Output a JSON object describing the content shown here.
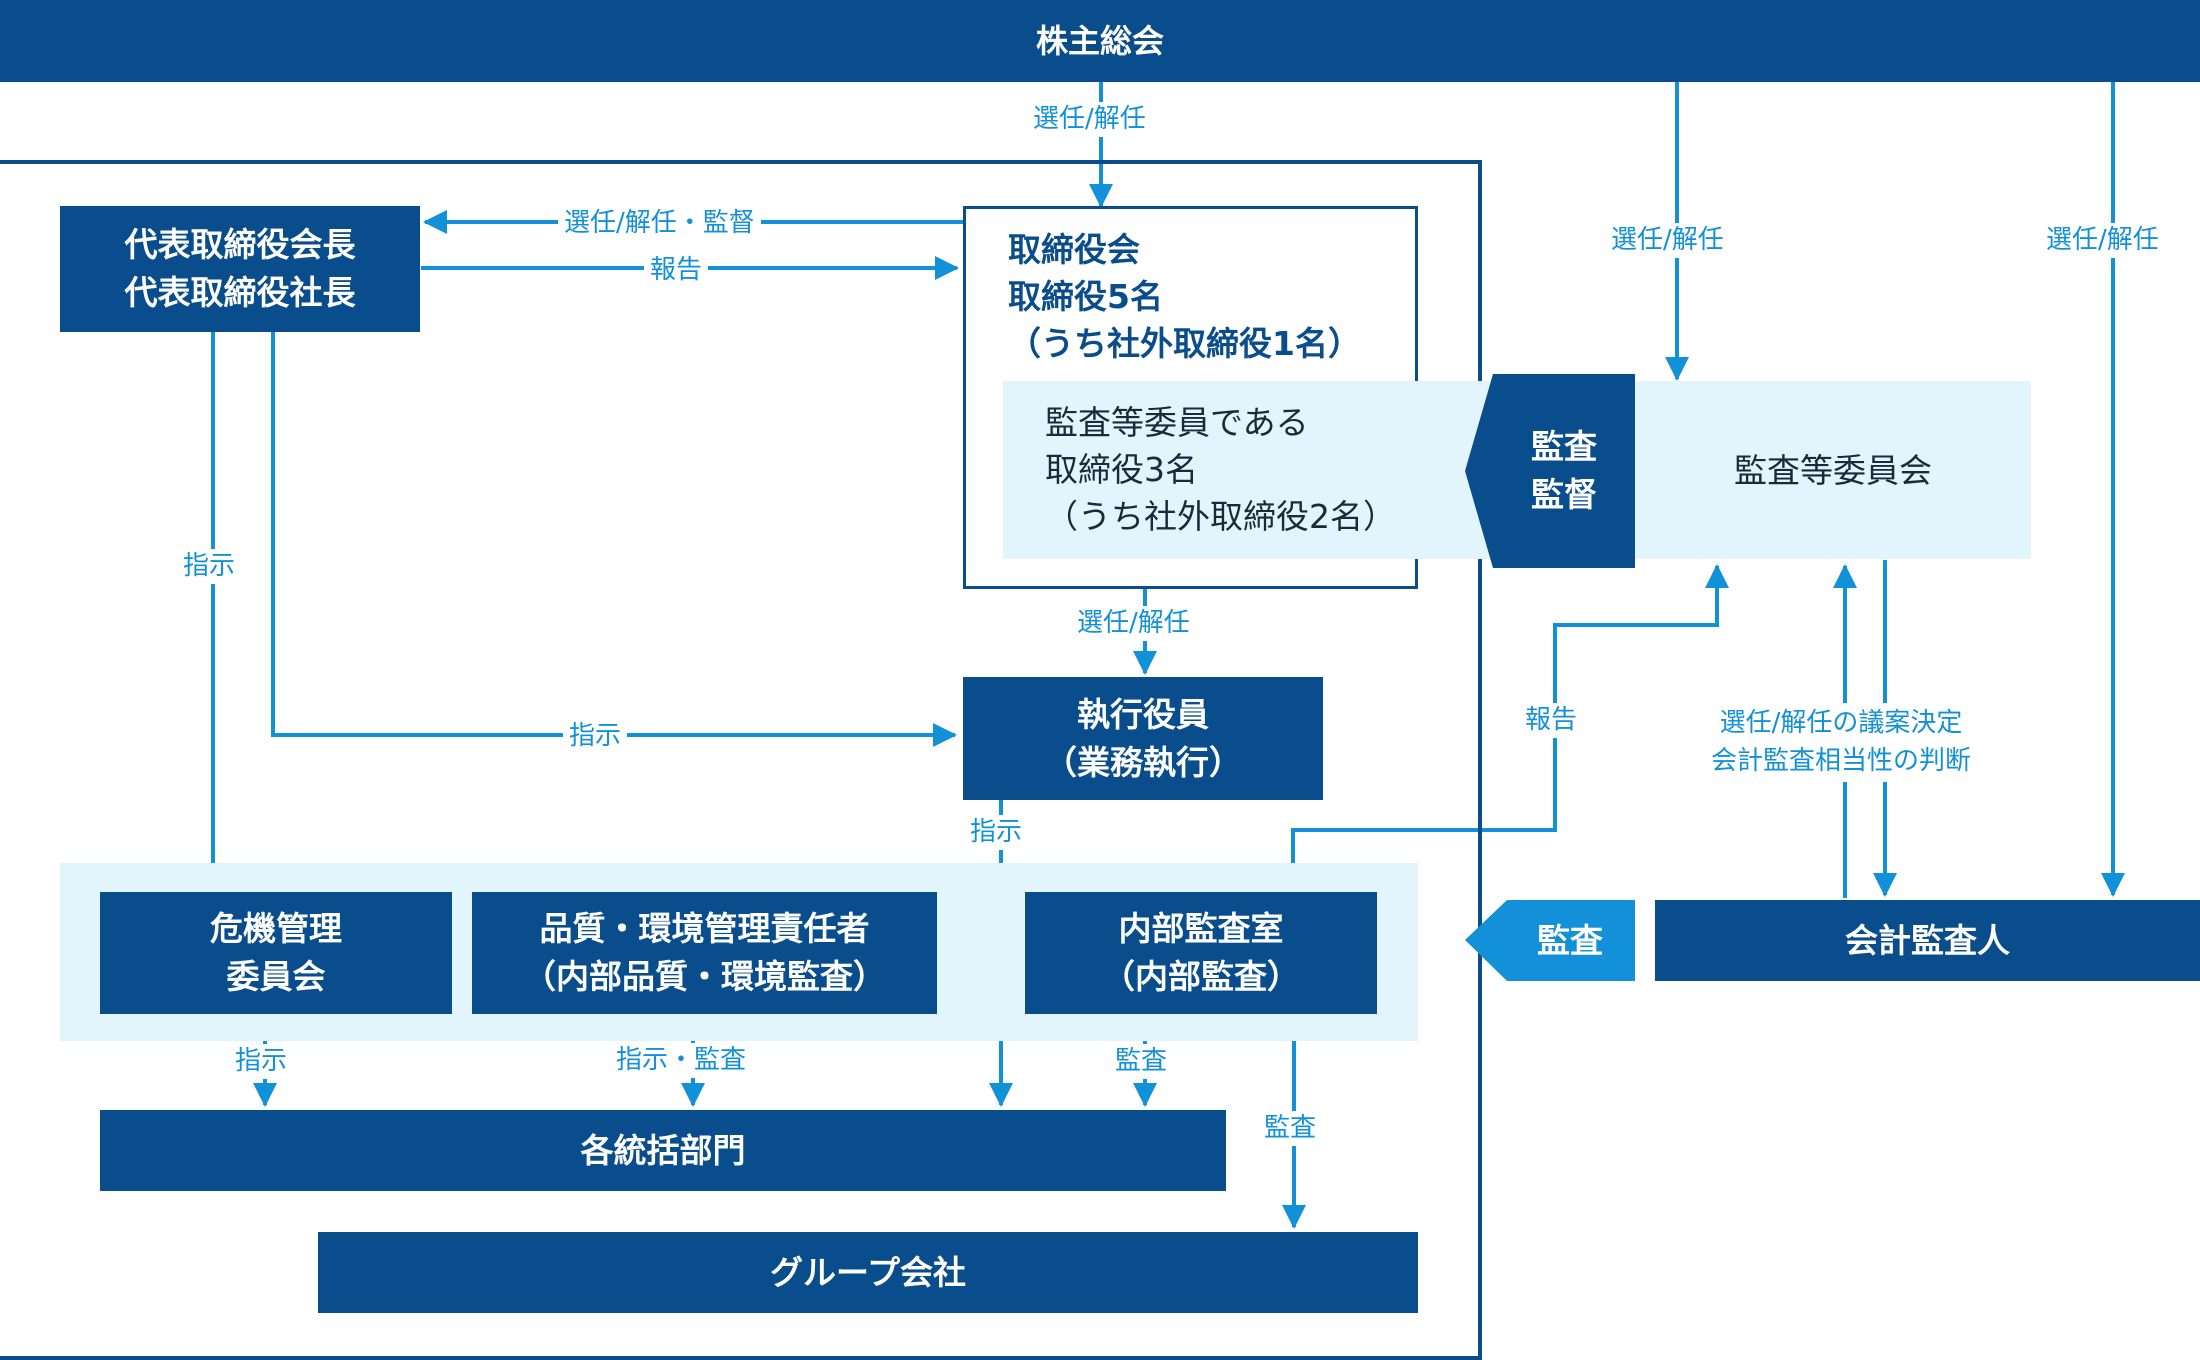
{
  "nodes": {
    "shareholders": "株主総会",
    "ceo": "代表取締役会長\n代表取締役社長",
    "board": "取締役会\n取締役5名\n（うち社外取締役1名）",
    "audit_members": "監査等委員である\n取締役3名\n（うち社外取締役2名）",
    "audit_committee": "監査等委員会",
    "audit_supervise": "監査\n監督",
    "exec_officers": "執行役員\n（業務執行）",
    "risk_committee": "危機管理\n委員会",
    "quality_env": "品質・環境管理責任者\n（内部品質・環境監査）",
    "internal_audit": "内部監査室\n（内部監査）",
    "divisions": "各統括部門",
    "group_companies": "グループ会社",
    "accounting_auditor": "会計監査人",
    "audit_tag": "監査"
  },
  "labels": {
    "elect_dismiss": "選任/解任",
    "elect_dismiss_supervise": "選任/解任・監督",
    "report": "報告",
    "instruct": "指示",
    "instruct_audit": "指示・監査",
    "audit": "監査",
    "auditor_decision": "選任/解任の議案決定\n会計監査相当性の判断"
  },
  "colors": {
    "navy": "#0a4d8c",
    "arrow": "#1391d8",
    "light_band": "#e3f5fc"
  }
}
